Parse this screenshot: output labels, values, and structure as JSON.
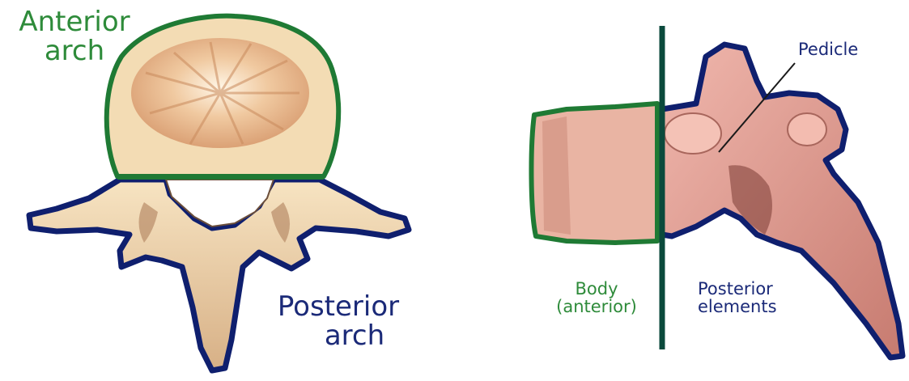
{
  "labels": {
    "anterior_arch": [
      "Anterior",
      "arch"
    ],
    "posterior_arch": [
      "Posterior",
      "arch"
    ],
    "pedicle": "Pedicle",
    "body_anterior": [
      "Body",
      "(anterior)"
    ],
    "posterior_elements": [
      "Posterior",
      "elements"
    ]
  },
  "colors": {
    "green_outline": "#1f7a34",
    "navy_outline": "#0f1f6e",
    "divider": "#0b4a3c",
    "bone_light": "#f3dcb4",
    "bone_shadow": "#caa07a",
    "bone_pink": "#e6a39a",
    "bone_pink_dark": "#b96d63",
    "trabecular": "#e3b28a"
  }
}
